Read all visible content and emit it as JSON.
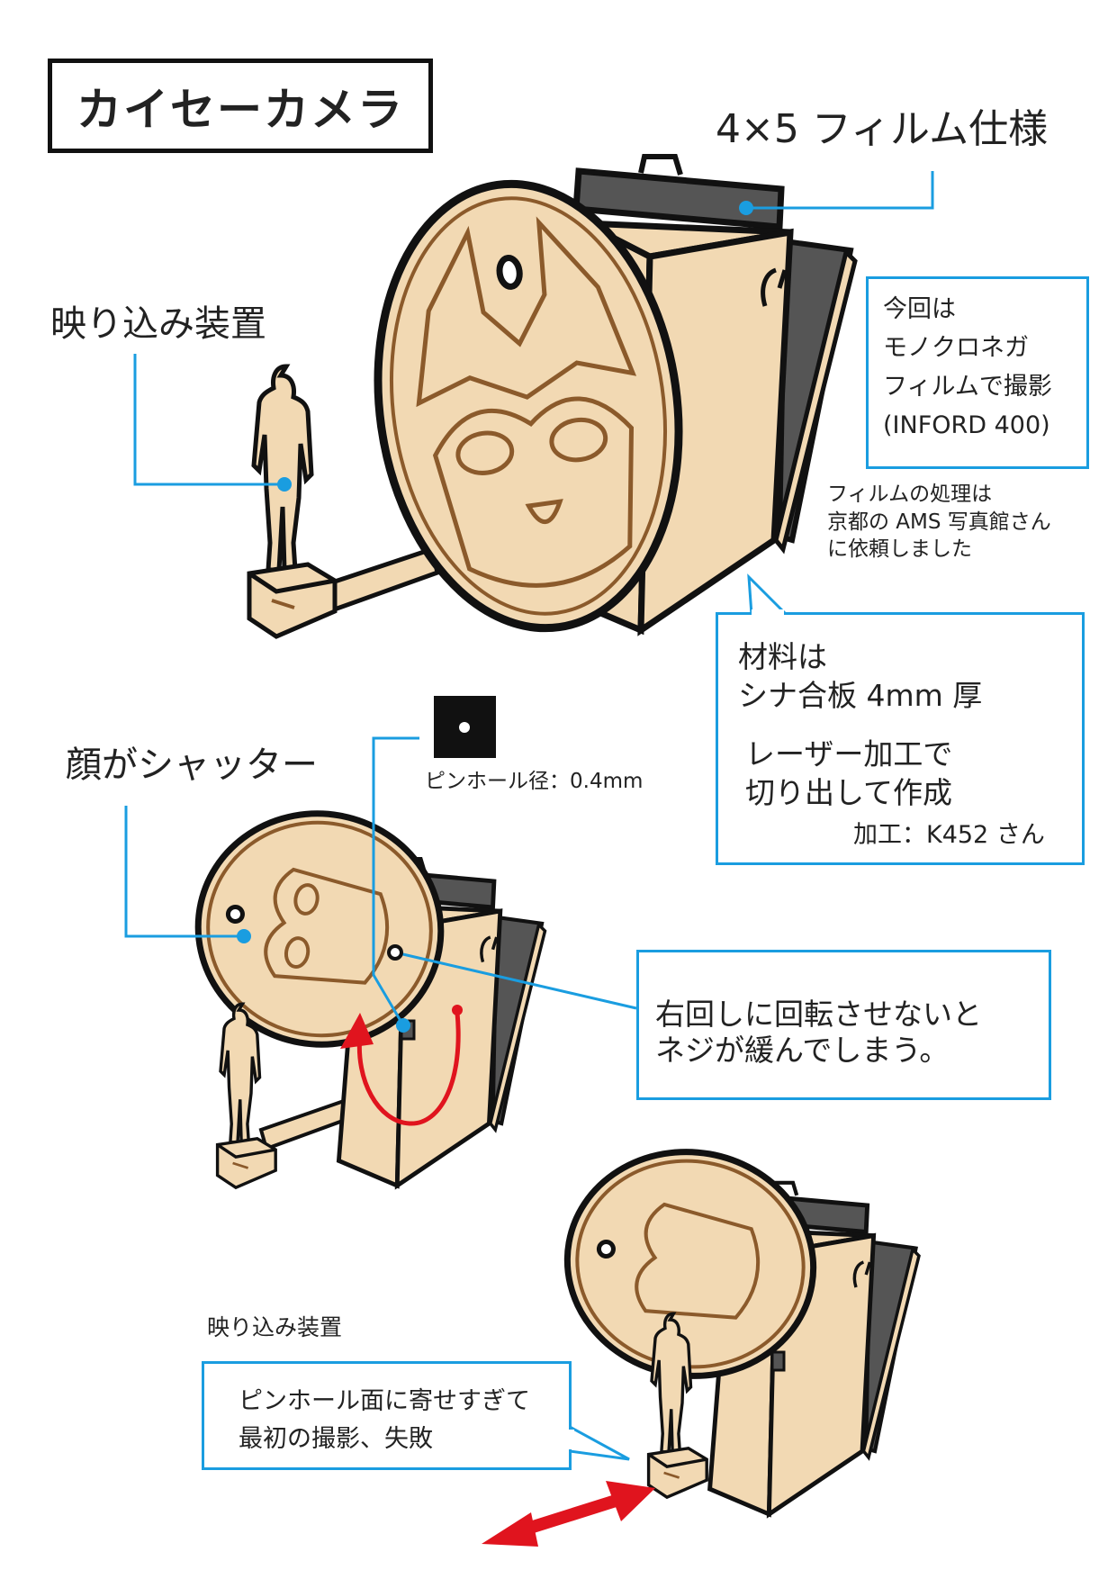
{
  "title": "カイセーカメラ",
  "labels": {
    "film_spec": "4×5 フィルム仕様",
    "reflection_device": "映り込み装置",
    "face_shutter": "顔がシャッター",
    "pinhole_diameter": "ピンホール径：0.4mm",
    "reflection_device_small": "映り込み装置"
  },
  "film_box": {
    "lines": [
      "今回は",
      "モノクロネガ",
      "フィルムで撮影",
      "(INFORD 400)"
    ]
  },
  "processing_note": {
    "lines": [
      "フィルムの処理は",
      "京都の AMS 写真館さん",
      "に依頼しました"
    ]
  },
  "material_box": {
    "lines": [
      "材料は",
      "シナ合板 4mm 厚",
      "レーザー加工で",
      "切り出して作成"
    ],
    "credit": "加工：K452 さん"
  },
  "rotation_box": {
    "lines": [
      "右回しに回転させないと",
      "ネジが緩んでしまう。"
    ]
  },
  "failure_box": {
    "lines": [
      "ピンホール面に寄せすぎて",
      "最初の撮影、失敗"
    ]
  },
  "colors": {
    "callout": "#1a9de0",
    "wood": "#f2d9b3",
    "engrave": "#8b5a2b",
    "dark": "#555555",
    "arrow": "#e0141e"
  }
}
